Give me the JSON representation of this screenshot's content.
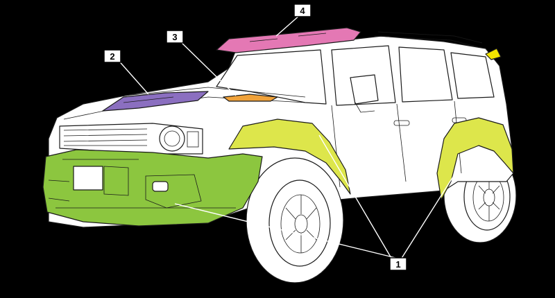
{
  "colors": {
    "background": "#000000",
    "body": "#ffffff",
    "outline": "#1a1a1a",
    "part_1_bumper": "#8cc63f",
    "part_1_fender": "#dde64b",
    "part_2_hood": "#8b6fc0",
    "part_3_scoop": "#f0a23a",
    "part_4_roof": "#e478b4",
    "part_rear_spoiler": "#f2e400"
  },
  "callouts": [
    {
      "id": "1",
      "label": "1"
    },
    {
      "id": "2",
      "label": "2"
    },
    {
      "id": "3",
      "label": "3"
    },
    {
      "id": "4",
      "label": "4"
    }
  ]
}
